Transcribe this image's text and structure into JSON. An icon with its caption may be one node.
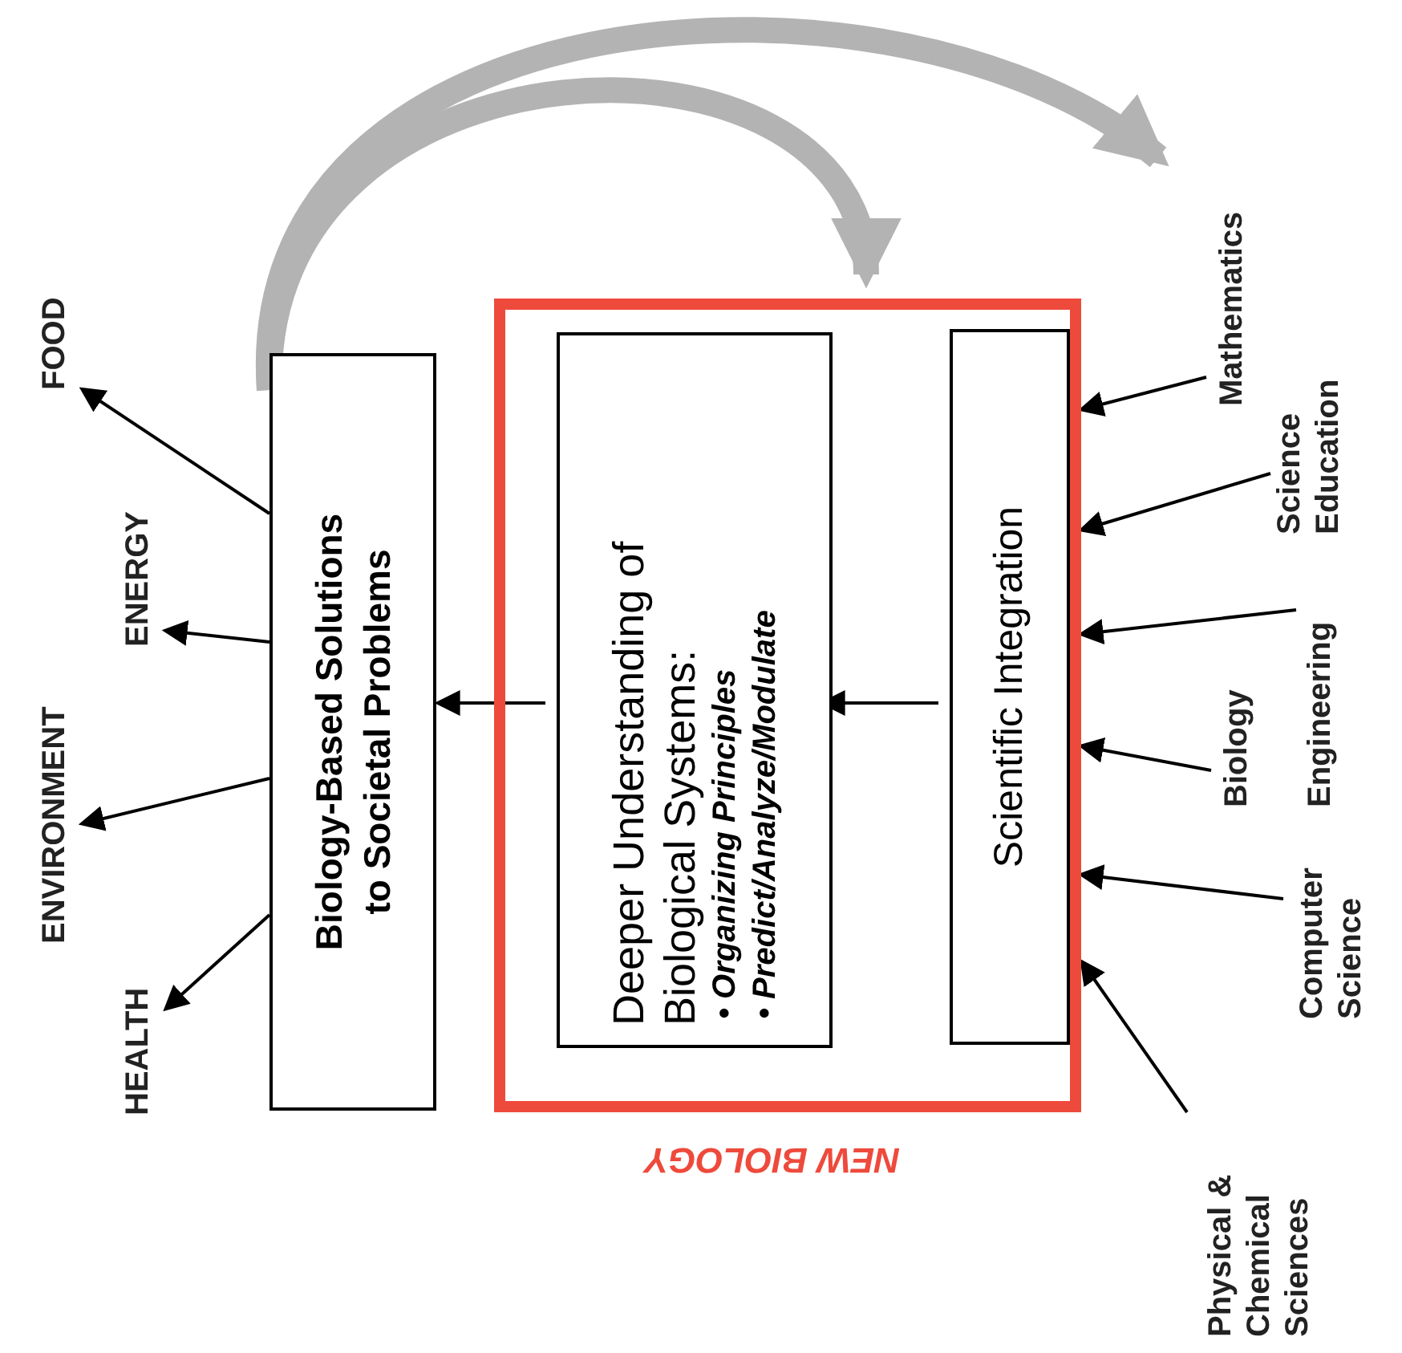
{
  "diagram": {
    "nodes": [
      {
        "text": [
          "FOOD"
        ]
      },
      {
        "text": [
          "ENERGY"
        ]
      },
      {
        "text": [
          "ENVIRONMENT"
        ]
      },
      {
        "text": [
          "HEALTH"
        ]
      },
      {
        "text": [
          "Biology-Based Solutions to Societal Problems"
        ]
      },
      {
        "text": [
          "NEW BIOLOGY"
        ]
      },
      {
        "text": [
          "Deeper Understanding of Biological Systems:",
          "• Organizing Principles",
          "• Predict/Analyze/Modulate"
        ],
        "in": 5
      },
      {
        "text": [
          "Scientific Integration"
        ],
        "in": 5
      },
      {
        "text": [
          "Mathematics"
        ]
      },
      {
        "text": [
          "Science Education"
        ]
      },
      {
        "text": [
          "Engineering"
        ]
      },
      {
        "text": [
          "Biology"
        ]
      },
      {
        "text": [
          "Computer Science"
        ]
      },
      {
        "text": [
          "Physical & Chemical Sciences"
        ]
      }
    ],
    "edges": [
      {
        "from": 8,
        "to": 7,
        "arrow": "to"
      },
      {
        "from": 9,
        "to": 7,
        "arrow": "to"
      },
      {
        "from": 10,
        "to": 7,
        "arrow": "to"
      },
      {
        "from": 11,
        "to": 7,
        "arrow": "to"
      },
      {
        "from": 12,
        "to": 7,
        "arrow": "to"
      },
      {
        "from": 13,
        "to": 7,
        "arrow": "to"
      },
      {
        "from": 7,
        "to": 6,
        "arrow": "to"
      },
      {
        "from": 6,
        "to": 4,
        "arrow": "to"
      },
      {
        "from": 4,
        "to": 0,
        "arrow": "to"
      },
      {
        "from": 4,
        "to": 1,
        "arrow": "to"
      },
      {
        "from": 4,
        "to": 2,
        "arrow": "to"
      },
      {
        "from": 4,
        "to": 3,
        "arrow": "to"
      },
      {
        "from": 4,
        "to": 5,
        "arrow": "to",
        "style": "thick",
        "color": "#b3b3b3"
      },
      {
        "from": 4,
        "to": 8,
        "arrow": "to",
        "style": "thick",
        "color": "#b3b3b3"
      }
    ]
  }
}
